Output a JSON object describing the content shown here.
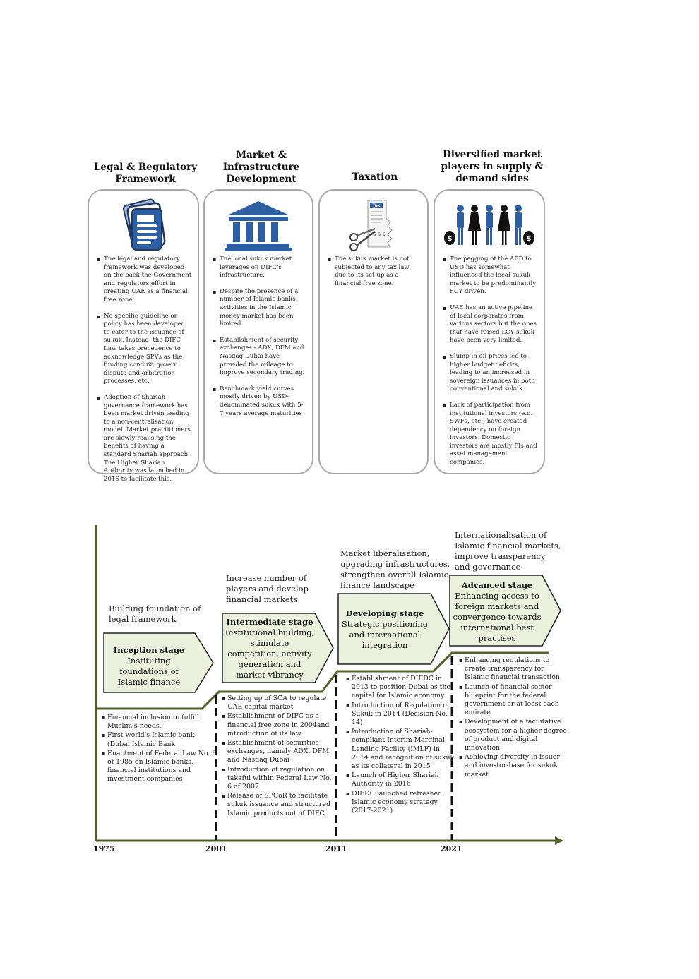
{
  "columns": [
    {
      "title": "Legal & Regulatory Framework",
      "icon": "policy-document-icon",
      "bullets": [
        "The legal and regulatory framework was developed on the back the Government and regulators effort in creating UAE as a financial free zone.",
        "No specific guideline or policy has been developed to cater to the issuance of sukuk. Instead, the DIFC Law takes precedence to acknowledge SPVs as the funding conduit, govern dispute and arbitration processes, etc.",
        "Adoption of Shariah governance framework has been market driven leading to a non-centralisation model. Market practitioners are slowly realising the benefits of having a standard Shariah approach. The Higher Shariah Authority was launched in 2016 to facilitate this."
      ]
    },
    {
      "title": "Market & Infrastructure Development",
      "icon": "bank-building-icon",
      "bullets": [
        "The local sukuk market leverages on DIFC's infrastructure.",
        "Despite the presence of a number of Islamic banks, activities in the Islamic money market has been limited.",
        "Establishment of security exchanges - ADX, DFM and Nasdaq Dubai have provided the mileage to improve secondary trading.",
        "Benchmark yield curves mostly driven by USD-denominated sukuk with 5-7 years average maturities"
      ]
    },
    {
      "title": "Taxation",
      "icon": "tax-scissors-icon",
      "icon_text": {
        "tax": "Tax",
        "dollars": "$ $ $"
      },
      "bullets": [
        "The sukuk market is not subjected to any tax law due to its set-up as a financial free zone."
      ]
    },
    {
      "title": "Diversified market players in supply & demand sides",
      "icon": "market-players-icon",
      "bullets": [
        "The pegging of the AED to USD has somewhat influenced the local sukuk market to be predominantly FCY driven.",
        "UAE has an active pipeline of local corporates from various sectors but the ones that have raised LCY sukuk have been very limited.",
        "Slump in oil prices led to higher budget deficits, leading to an increased in sovereign issuances in both conventional and sukuk.",
        "Lack of participation from institutional investors (e.g. SWFs, etc.) have created dependency on foreign investors. Domestic investors are mostly FIs and asset management companies."
      ]
    }
  ],
  "timeline": {
    "years": [
      "1975",
      "2001",
      "2011",
      "2021"
    ],
    "colors": {
      "axis": "#4f6228",
      "stage_fill": "#eaf1dd",
      "stage_border": "#222222"
    },
    "stages": [
      {
        "goal": "Building foundation of legal framework",
        "title": "Inception stage",
        "description": "Instituting foundations of Islamic finance",
        "bullets": [
          "Financial inclusion to fulfill Muslim's needs.",
          "First world's Islamic bank (Dubai Islamic Bank",
          "Enactment of Federal Law No. 6 of 1985 on Islamic banks, financial institutions and investment companies"
        ]
      },
      {
        "goal": "Increase number of players and develop financial markets",
        "title": "Intermediate stage",
        "description": "Institutional building, stimulate competition, activity generation and market vibrancy",
        "bullets": [
          "Setting up of SCA to regulate UAE capital market",
          "Establishment of DIFC as a financial free zone in 2004and introduction of its law",
          "Establishment of securities exchanges, namely ADX, DFM and Nasdaq Dubai",
          "Introduction of regulation on takaful within Federal Law No. 6 of 2007",
          "Release of SPCoR to facilitate sukuk issuance and structured Islamic products out of DIFC"
        ]
      },
      {
        "goal": "Market liberalisation, upgrading infrastructures, strengthen overall Islamic finance landscape",
        "title": "Developing stage",
        "description": "Strategic positioning and international integration",
        "bullets": [
          "Establishment of DIEDC in 2013 to position Dubai as the capital for Islamic economy",
          "Introduction of Regulation on Sukuk in 2014 (Decision No. 14)",
          "Introduction of  Shariah-compliant Interim Marginal Lending Facility (IMLF) in 2014 and recognition of sukuk as its collateral in 2015",
          "Launch of Higher Shariah Authority in 2016",
          "DIEDC launched refreshed Islamic economy strategy (2017-2021)"
        ]
      },
      {
        "goal": "Internationalisation of Islamic financial markets, improve transparency and governance",
        "title": "Advanced stage",
        "description": "Enhancing access to foreign markets and convergence towards international best practises",
        "bullets": [
          "Enhancing regulations to create transparency for Islamic financial transaction",
          "Launch of financial sector blueprint for the federal government or at least each emirate",
          "Development of a facilitative ecosystem for a higher degree of product and digital innovation.",
          "Achieving diversity in issuer- and investor-base for sukuk market"
        ]
      }
    ]
  }
}
